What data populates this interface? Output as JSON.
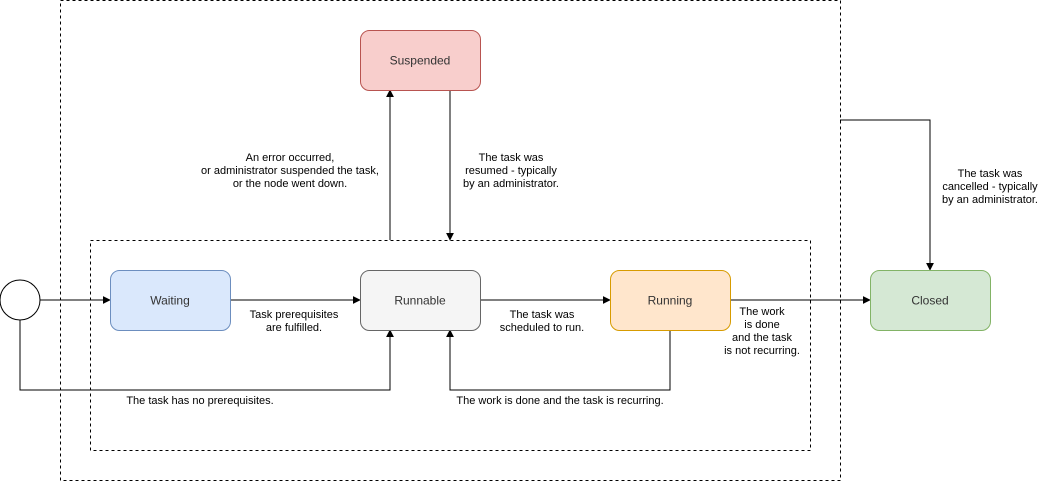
{
  "colors": {
    "suspended_fill": "#f8cecc",
    "suspended_stroke": "#b85450",
    "waiting_fill": "#dae8fc",
    "waiting_stroke": "#6c8ebf",
    "runnable_fill": "#f5f5f5",
    "runnable_stroke": "#666666",
    "running_fill": "#ffe6cc",
    "running_stroke": "#d79b00",
    "closed_fill": "#d5e8d4",
    "closed_stroke": "#82b366"
  },
  "nodes": {
    "suspended": "Suspended",
    "waiting": "Waiting",
    "runnable": "Runnable",
    "running": "Running",
    "closed": "Closed"
  },
  "edges": {
    "to_suspended": [
      "An error occurred,",
      "or administrator suspended the task,",
      "or the node went down."
    ],
    "resumed": [
      "The task was",
      "resumed - typically",
      "by an administrator."
    ],
    "cancelled": [
      "The task was",
      "cancelled - typically",
      "by an administrator."
    ],
    "prereqs_fulfilled": [
      "Task prerequisites",
      "are fulfilled."
    ],
    "scheduled": [
      "The task was",
      "scheduled to run."
    ],
    "work_done": [
      "The work",
      "is done",
      "and the task",
      "is not recurring."
    ],
    "no_prereqs": [
      "The task has no prerequisites."
    ],
    "recurring": [
      "The work is done and the task is recurring."
    ]
  }
}
